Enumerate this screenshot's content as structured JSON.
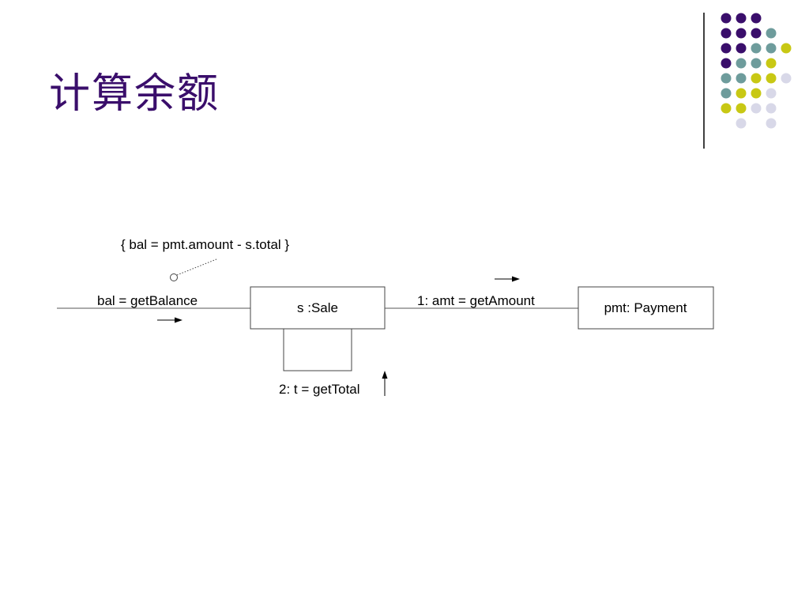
{
  "title": "计算余额",
  "colors": {
    "title": "#3a0e6b",
    "dot_purple": "#3a0e6b",
    "dot_teal": "#6e9c9c",
    "dot_yellow": "#c8c814",
    "dot_lavender": "#d8d8e8",
    "divider": "#000000"
  },
  "diagram": {
    "constraint": "{ bal = pmt.amount - s.total }",
    "incoming_message": "bal = getBalance",
    "sale_object": "s :Sale",
    "payment_object": "pmt: Payment",
    "message_1": "1: amt = getAmount",
    "message_2": "2: t = getTotal"
  }
}
